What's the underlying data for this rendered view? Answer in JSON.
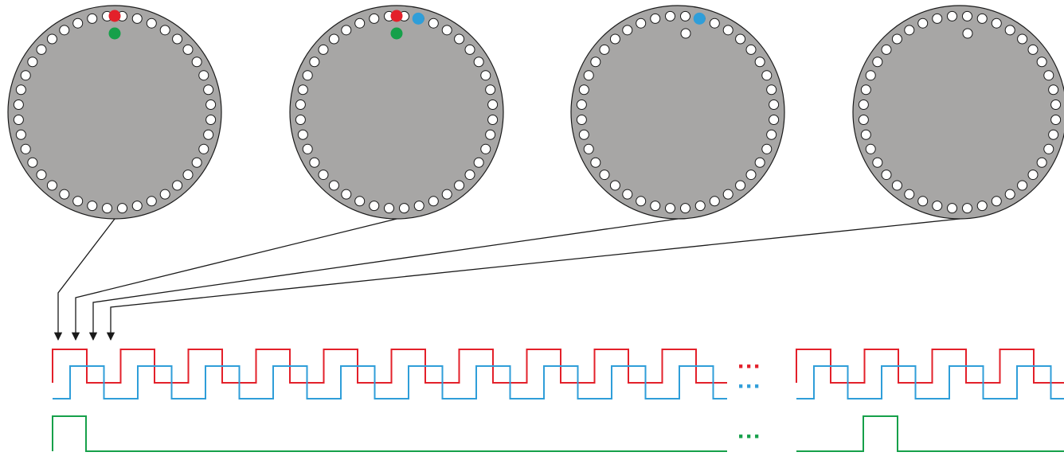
{
  "colors": {
    "signal_a": "#e3202a",
    "signal_b": "#2f9ed9",
    "index": "#16a04a",
    "disc": "#a7a6a5",
    "outline": "#1a1a1a"
  },
  "discs": [
    {
      "name": "disc-position-1",
      "red_sensor": true,
      "green_sensor": true,
      "blue_sensor": false,
      "inner_hole": false
    },
    {
      "name": "disc-position-2",
      "red_sensor": true,
      "green_sensor": true,
      "blue_sensor": true,
      "inner_hole": false
    },
    {
      "name": "disc-position-3",
      "red_sensor": false,
      "green_sensor": false,
      "blue_sensor": true,
      "inner_hole": true
    },
    {
      "name": "disc-position-4",
      "red_sensor": false,
      "green_sensor": false,
      "blue_sensor": false,
      "inner_hole": true
    }
  ],
  "disc_slot_count": 40,
  "signals": {
    "gap_marker_a": "···",
    "gap_marker_b": "···",
    "gap_marker_index": "···",
    "a_cycles_before_gap": 10,
    "a_cycles_after_gap": 4,
    "index_pulses": 2
  }
}
